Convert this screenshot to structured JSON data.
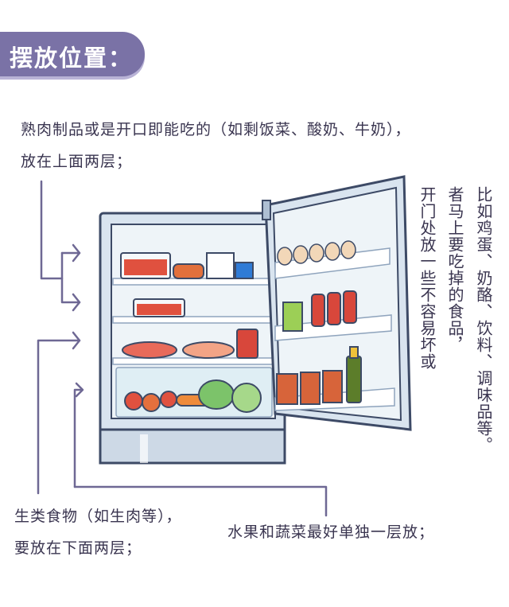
{
  "title": "摆放位置：",
  "labels": {
    "top_line1": "熟肉制品或是开口即能吃的（如剩饭菜、酸奶、牛奶），",
    "top_line2": "放在上面两层；",
    "door_col_right": "比如鸡蛋、奶酪、饮料、调味品等。",
    "door_col_mid": "者马上要吃掉的食品，",
    "door_col_left": "开门处放一些不容易坏或",
    "raw_line1": "生类食物（如生肉等），",
    "raw_line2": "要放在下面两层；",
    "veg_line": "水果和蔬菜最好单独一层放；"
  },
  "colors": {
    "accent": "#7a72a6",
    "fridge_body": "#d9e4ef",
    "fridge_outline": "#3d4a66",
    "arrow": "#6e6894"
  }
}
